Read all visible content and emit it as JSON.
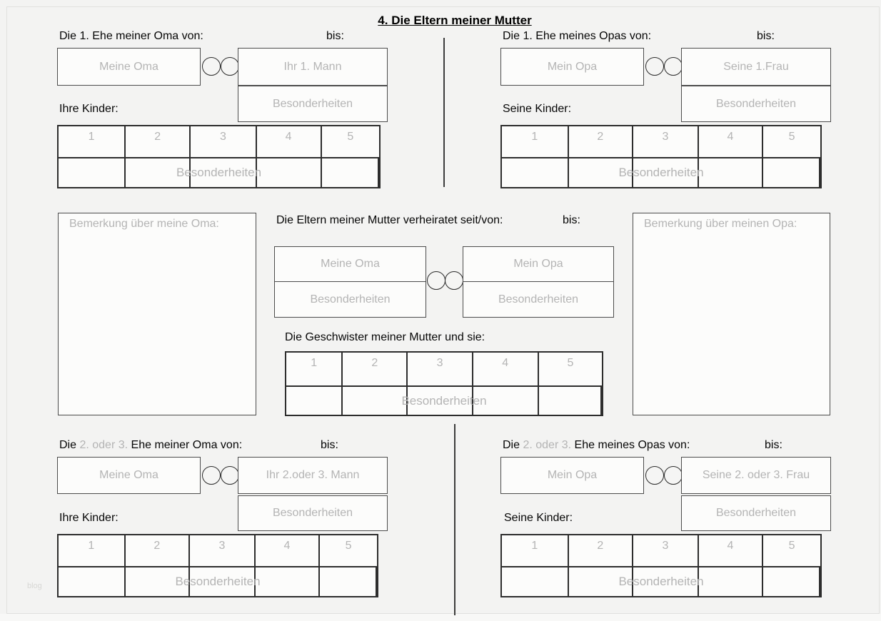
{
  "page": {
    "title": "4. Die Eltern meiner Mutter",
    "watermark": "blog"
  },
  "colors": {
    "background": "#f3f3f2",
    "field_fill": "#fcfcfb",
    "field_border": "#4c4c4c",
    "table_border": "#2d2d2d",
    "placeholder_text": "#b4b4b4",
    "label_text": "#060606"
  },
  "sections": {
    "top_left": {
      "heading": {
        "black1": "Die 1. Ehe meiner Oma von:",
        "gray": "",
        "black2": ""
      },
      "bis_label": "bis:",
      "person1": "Meine Oma",
      "person2": "Ihr 1. Mann",
      "besonderheiten": "Besonderheiten",
      "children_label": "Ihre Kinder:",
      "table": {
        "headers": [
          "1",
          "2",
          "3",
          "4",
          "5"
        ],
        "footer": "Besonderheiten"
      }
    },
    "top_right": {
      "heading": {
        "black1": "Die 1. Ehe meines Opas von:",
        "gray": "",
        "black2": ""
      },
      "bis_label": "bis:",
      "person1": "Mein Opa",
      "person2": "Seine 1.Frau",
      "besonderheiten": "Besonderheiten",
      "children_label": "Seine Kinder:",
      "table": {
        "headers": [
          "1",
          "2",
          "3",
          "4",
          "5"
        ],
        "footer": "Besonderheiten"
      }
    },
    "middle": {
      "left_note": "Bemerkung über meine Oma:",
      "right_note": "Bemerkung über meinen Opa:",
      "heading": "Die Eltern meiner Mutter verheiratet seit/von:",
      "bis_label": "bis:",
      "person1": "Meine Oma",
      "person2": "Mein Opa",
      "besonderheiten1": "Besonderheiten",
      "besonderheiten2": "Besonderheiten",
      "siblings_label": "Die Geschwister meiner Mutter und sie:",
      "table": {
        "headers": [
          "1",
          "2",
          "3",
          "4",
          "5"
        ],
        "footer": "Besonderheiten"
      }
    },
    "bottom_left": {
      "heading": {
        "black1": "Die",
        "gray": "2. oder 3.",
        "black2": "Ehe meiner Oma von:"
      },
      "bis_label": "bis:",
      "person1": "Meine Oma",
      "person2": "Ihr 2.oder 3. Mann",
      "besonderheiten": "Besonderheiten",
      "children_label": "Ihre Kinder:",
      "table": {
        "headers": [
          "1",
          "2",
          "3",
          "4",
          "5"
        ],
        "footer": "Besonderheiten"
      }
    },
    "bottom_right": {
      "heading": {
        "black1": "Die",
        "gray": "2. oder 3.",
        "black2": "Ehe meines Opas von:"
      },
      "bis_label": "bis:",
      "person1": "Mein Opa",
      "person2": "Seine 2. oder 3. Frau",
      "besonderheiten": "Besonderheiten",
      "children_label": "Seine Kinder:",
      "table": {
        "headers": [
          "1",
          "2",
          "3",
          "4",
          "5"
        ],
        "footer": "Besonderheiten"
      }
    }
  }
}
